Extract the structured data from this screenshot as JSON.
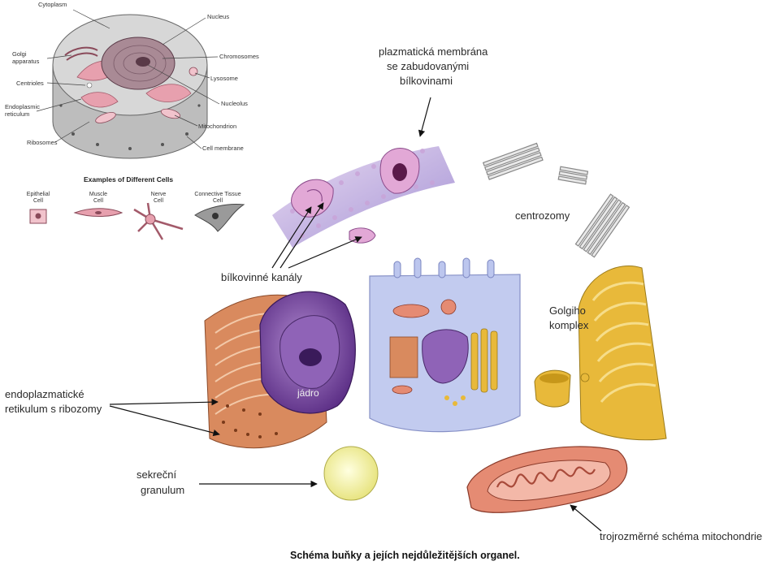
{
  "small_diagram": {
    "labels": {
      "cytoplasm": "Cytoplasm",
      "nucleus": "Nucleus",
      "golgi_1": "Golgi",
      "golgi_2": "apparatus",
      "chromosomes": "Chromosomes",
      "centrioles": "Centrioles",
      "lysosome": "Lysosome",
      "er_1": "Endoplasmic",
      "er_2": "reticulum",
      "nucleolus": "Nucleolus",
      "mitochondrion": "Mitochondrion",
      "ribosomes": "Ribosomes",
      "cell_membrane": "Cell membrane"
    },
    "examples_title": "Examples of Different Cells",
    "examples": [
      {
        "line1": "Epithelial",
        "line2": "Cell"
      },
      {
        "line1": "Muscle",
        "line2": "Cell"
      },
      {
        "line1": "Nerve",
        "line2": "Cell"
      },
      {
        "line1": "Connective Tissue",
        "line2": "Cell"
      }
    ]
  },
  "main_diagram": {
    "labels": {
      "membrane_1": "plazmatická membrána",
      "membrane_2": "se zabudovanými",
      "membrane_3": "bílkovinami",
      "centrosomes": "centrozomy",
      "channels": "bílkovinné kanály",
      "golgi_1": "Golgiho",
      "golgi_2": "komplex",
      "nucleus": "jádro",
      "er_1": "endoplazmatické",
      "er_2": "retikulum s ribozomy",
      "secretory_1": "sekreční",
      "secretory_2": "granulum",
      "mitochondria": "trojrozměrné schéma mitochondrie"
    },
    "caption": "Schéma buňky a jejích nejdůležitějších organel."
  },
  "colors": {
    "er": "#d98a5e",
    "nucleus": "#7a4aa0",
    "golgi": "#e8b93a",
    "membrane": "#c9a3d8",
    "mitochondria": "#e58b73",
    "granule": "#f2ef9a",
    "cell_body": "#bcc6ee",
    "small_cell_gray": "#c8c8c8",
    "small_cell_pink": "#e7a0ae"
  }
}
